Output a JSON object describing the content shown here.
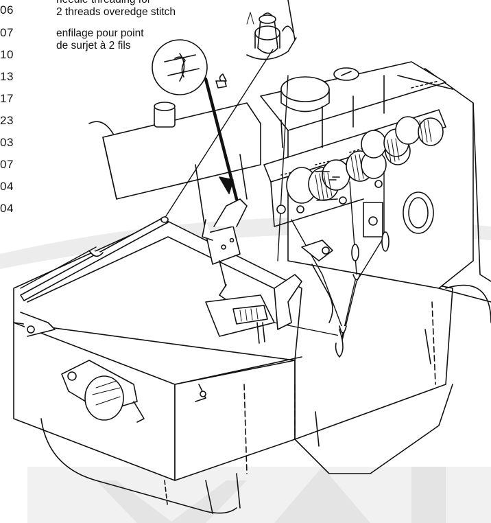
{
  "captions": {
    "english_line1": "needle threading for",
    "english_line2": "2 threads overedge stitch",
    "french_line1": "enfilage pour point",
    "french_line2": "de surjet à 2 fils"
  },
  "page_numbers": [
    "06",
    "07",
    "10",
    "13",
    "17",
    "23",
    "03",
    "07",
    "04",
    "04"
  ],
  "figure": {
    "subject": "overedge sewing machine threading diagram"
  }
}
